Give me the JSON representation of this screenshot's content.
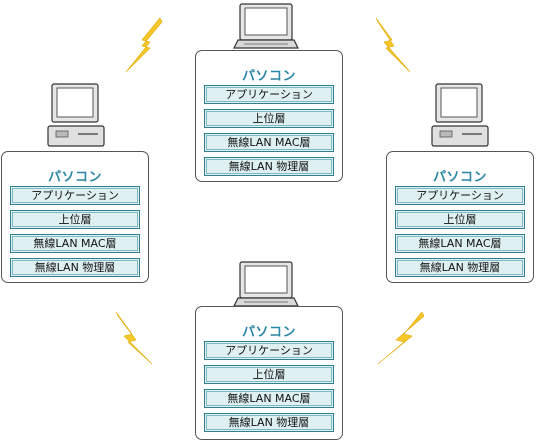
{
  "diagram": {
    "nodes": [
      {
        "id": "top",
        "title": "パソコン",
        "layers": [
          "アプリケーション",
          "上位層",
          "無線LAN MAC層",
          "無線LAN 物理層"
        ]
      },
      {
        "id": "left",
        "title": "パソコン",
        "layers": [
          "アプリケーション",
          "上位層",
          "無線LAN MAC層",
          "無線LAN 物理層"
        ]
      },
      {
        "id": "right",
        "title": "パソコン",
        "layers": [
          "アプリケーション",
          "上位層",
          "無線LAN MAC層",
          "無線LAN 物理層"
        ]
      },
      {
        "id": "bottom",
        "title": "パソコン",
        "layers": [
          "アプリケーション",
          "上位層",
          "無線LAN MAC層",
          "無線LAN 物理層"
        ]
      }
    ],
    "colors": {
      "title": "#2a86a4",
      "layer_fill": "#dff0f2",
      "layer_border": "#2f7f8f",
      "lightning": "#f4c72a"
    },
    "icons": [
      "laptop-icon",
      "desktop-computer-icon",
      "lightning-icon"
    ]
  }
}
